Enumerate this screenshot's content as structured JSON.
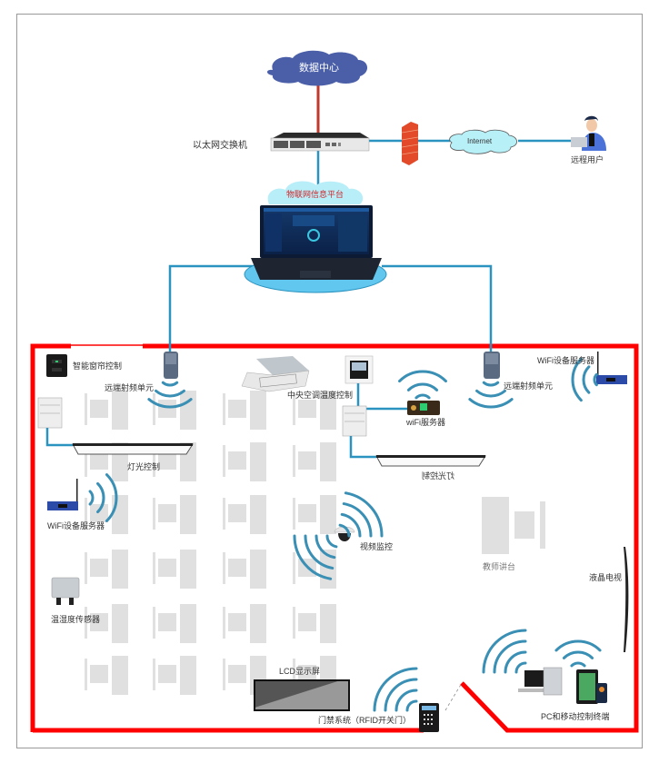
{
  "diagram": {
    "title_nodes": {
      "data_center": "数据中心",
      "switch": "以太网交换机",
      "internet": "Internet",
      "remote_user": "远程用户",
      "iot_platform": "物联网信息平台"
    },
    "room_labels": {
      "curtain_control": "智能窗帘控制",
      "rf_unit_left": "远端射频单元",
      "rf_unit_right": "远端射频单元",
      "ac_control": "中央空调温度控制",
      "wifi_server_center": "wiFi服务器",
      "wifi_device_server_right": "WiFi设备服务器",
      "light_control_left": "灯光控制",
      "light_control_right": "灯光控制",
      "wifi_device_server_left": "WiFi设备服务器",
      "video_surveillance": "视频监控",
      "teacher_podium": "教师讲台",
      "lcd_tv": "液晶电视",
      "temp_humidity_sensor": "温湿度传感器",
      "lcd_display": "LCD显示屏",
      "access_control": "门禁系统（RFID开关门）",
      "pc_mobile_terminal": "PC和移动控制终端"
    },
    "colors": {
      "cloud_datacenter": "#4a5fa8",
      "cloud_internet": "#b8f0f8",
      "cloud_platform": "#b8eef8",
      "link_blue": "#2a93bf",
      "link_red": "#c0392b",
      "room_wall": "#ff0000",
      "wifi_wave": "#3a8fb5",
      "desk_gray": "#e0e0e0",
      "frame_gray": "#999999"
    }
  }
}
